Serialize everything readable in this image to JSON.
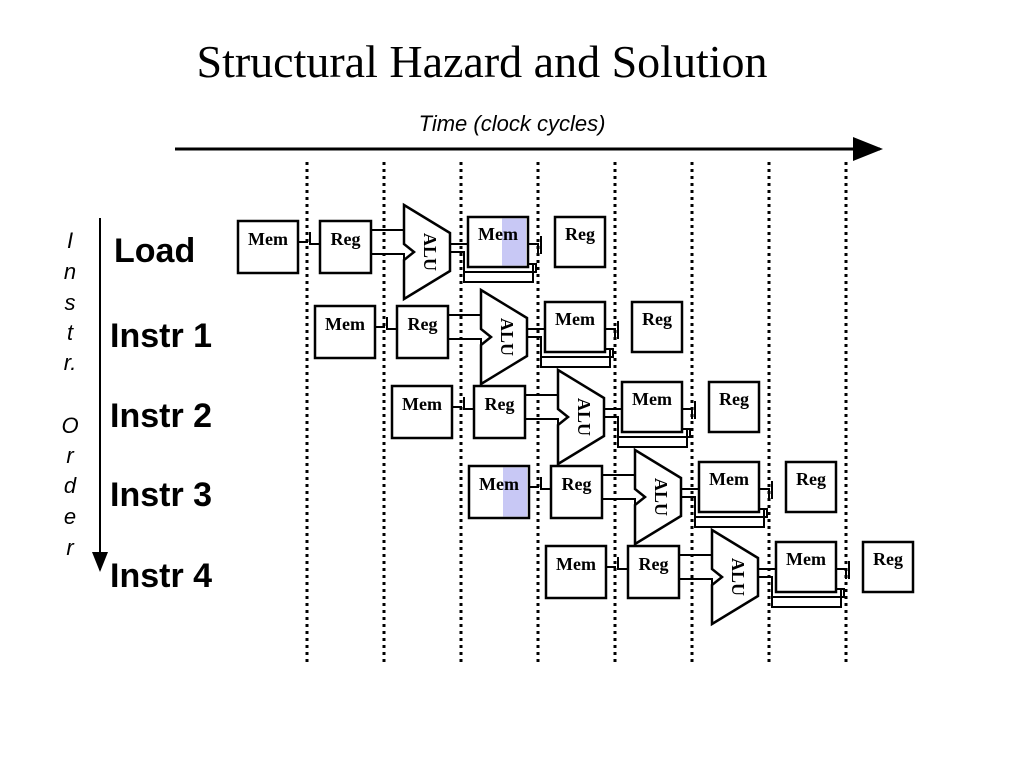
{
  "title": "Structural Hazard and Solution",
  "time_axis_label": "Time (clock cycles)",
  "order_axis_letters": [
    "I",
    "n",
    "s",
    "t",
    "r.",
    "O",
    "r",
    "d",
    "e",
    "r"
  ],
  "instructions": [
    {
      "label": "Load",
      "stages": [
        "Mem",
        "Reg",
        "ALU",
        "Mem",
        "Reg"
      ]
    },
    {
      "label": "Instr 1",
      "stages": [
        "Mem",
        "Reg",
        "ALU",
        "Mem",
        "Reg"
      ]
    },
    {
      "label": "Instr 2",
      "stages": [
        "Mem",
        "Reg",
        "ALU",
        "Mem",
        "Reg"
      ]
    },
    {
      "label": "Instr 3",
      "stages": [
        "Mem",
        "Reg",
        "ALU",
        "Mem",
        "Reg"
      ]
    },
    {
      "label": "Instr 4",
      "stages": [
        "Mem",
        "Reg",
        "ALU",
        "Mem",
        "Reg"
      ]
    }
  ],
  "highlight_color": "#c8c8f5",
  "highlighted_stages": [
    {
      "instruction": "Load",
      "stage": "Mem"
    },
    {
      "instruction": "Instr 3",
      "stage": "Mem"
    }
  ]
}
